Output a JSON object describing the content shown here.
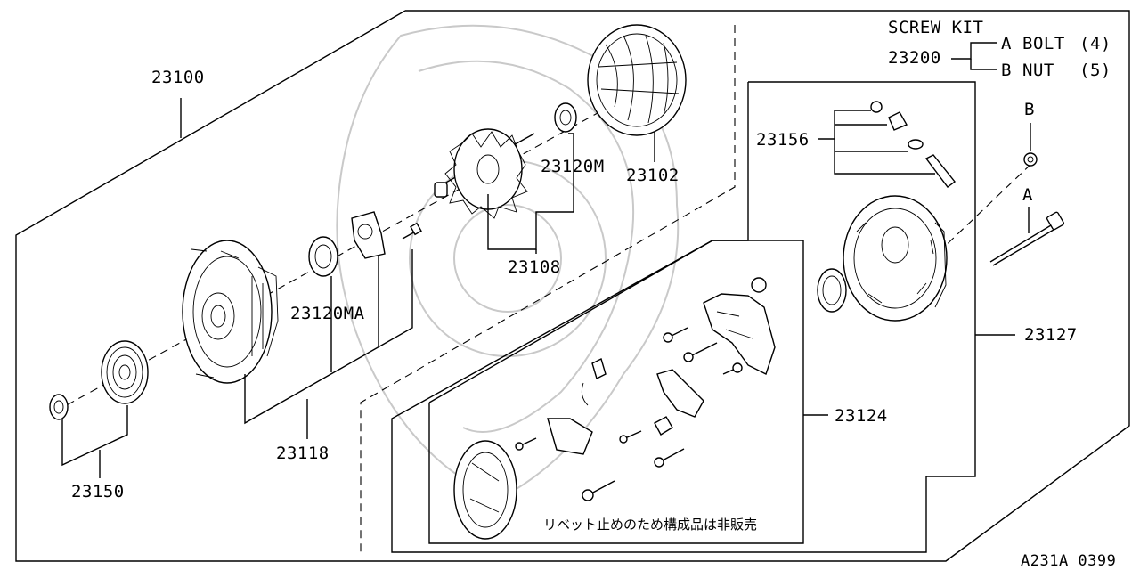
{
  "diagram": {
    "screw_kit": {
      "title": "SCREW KIT",
      "part_number": "23200",
      "items": [
        {
          "key": "A",
          "name": "BOLT",
          "qty": "(4)"
        },
        {
          "key": "B",
          "name": "NUT",
          "qty": "(5)"
        }
      ]
    },
    "callouts": {
      "p23100": "23100",
      "p23102": "23102",
      "p23120m": "23120M",
      "p23108": "23108",
      "p23120ma": "23120MA",
      "p23118": "23118",
      "p23150": "23150",
      "p23156": "23156",
      "p23127": "23127",
      "p23124": "23124",
      "letter_b": "B",
      "letter_a": "A"
    },
    "note": "リベット止めのため構成品は非販売",
    "figure_code": "A231A 0399"
  }
}
